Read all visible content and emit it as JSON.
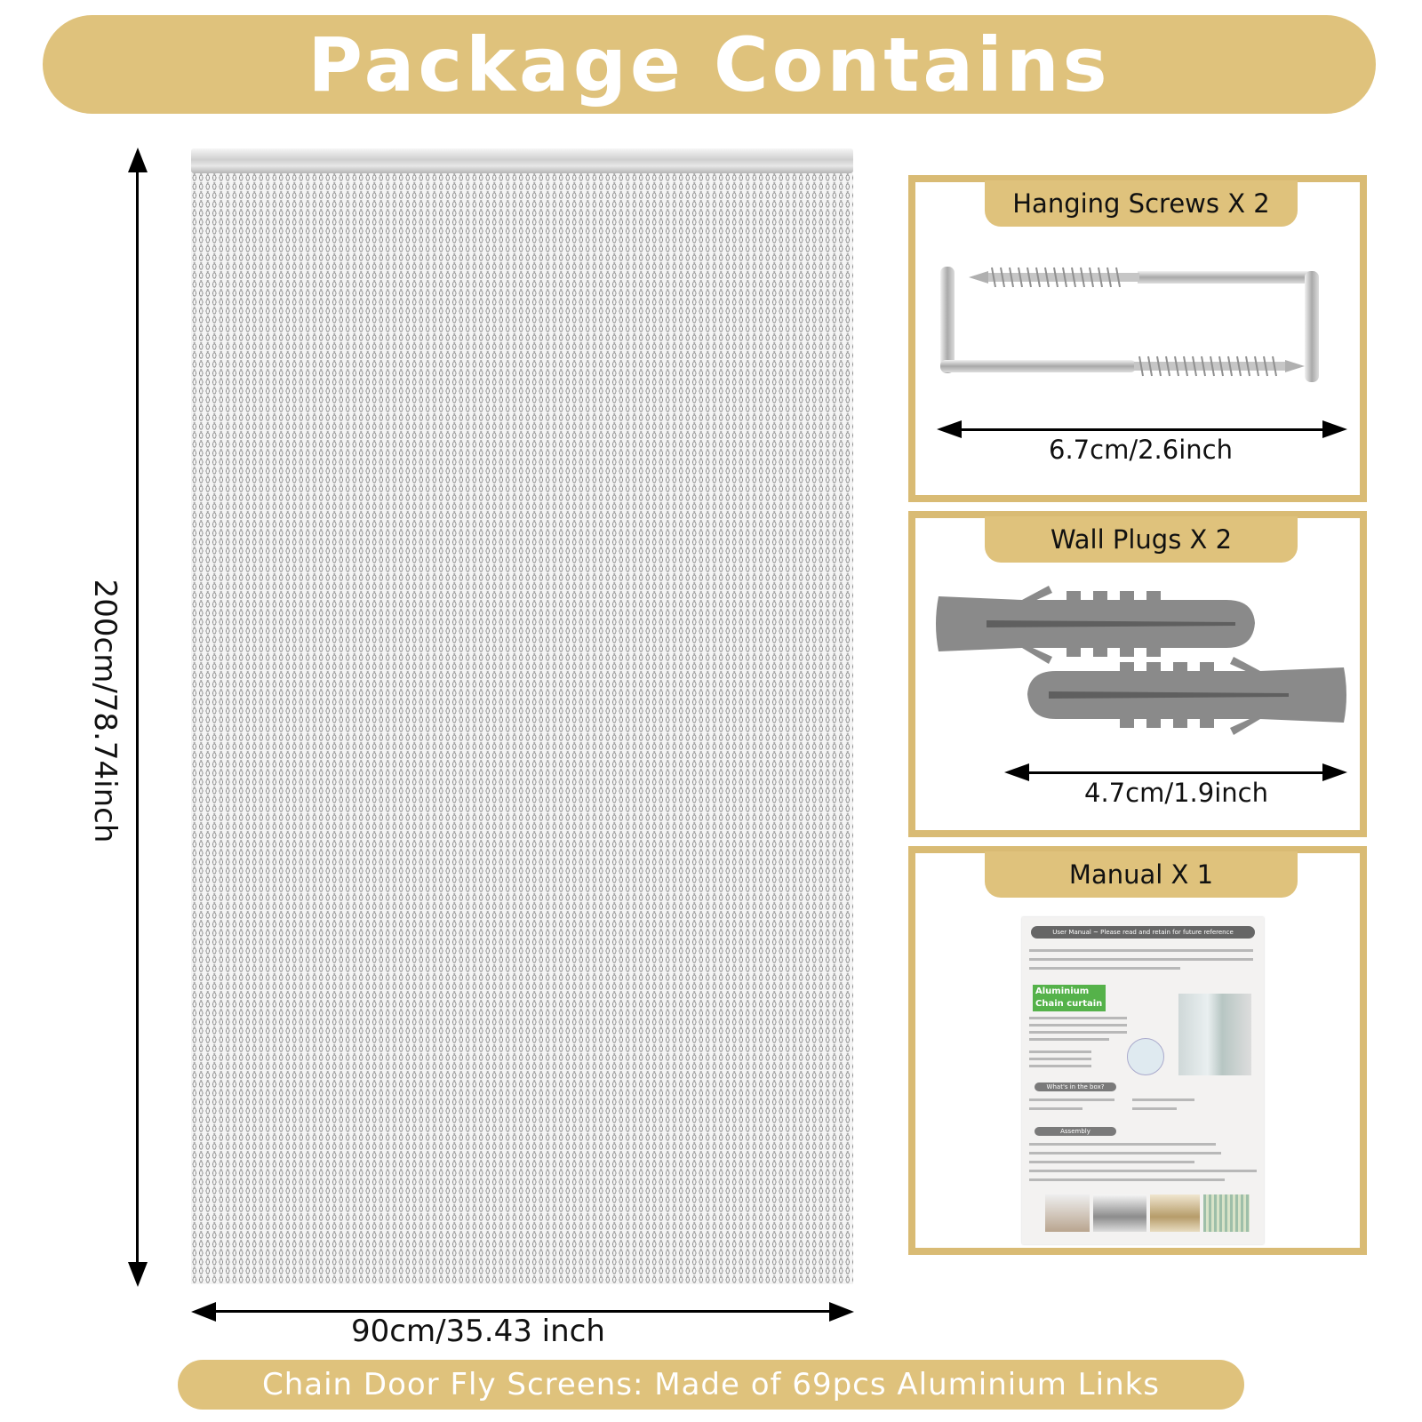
{
  "title": "Package Contains",
  "curtain": {
    "height_label": "200cm/78.74inch",
    "width_label": "90cm/35.43 inch"
  },
  "panels": {
    "screws": {
      "label": "Hanging Screws X 2",
      "dimension": "6.7cm/2.6inch"
    },
    "plugs": {
      "label": "Wall Plugs X 2",
      "dimension": "4.7cm/1.9inch"
    },
    "manual": {
      "label": "Manual X 1",
      "sheet": {
        "header": "User Manual ~ Please read and retain for future reference",
        "badge_line1": "Aluminium",
        "badge_line2": "Chain curtain",
        "box_section": "What's in the box?",
        "assembly_section": "Assembly"
      }
    }
  },
  "footer": "Chain Door Fly Screens:  Made of 69pcs Aluminium Links",
  "colors": {
    "accent": "#dfc27c",
    "panel_border": "#d9bb74"
  }
}
